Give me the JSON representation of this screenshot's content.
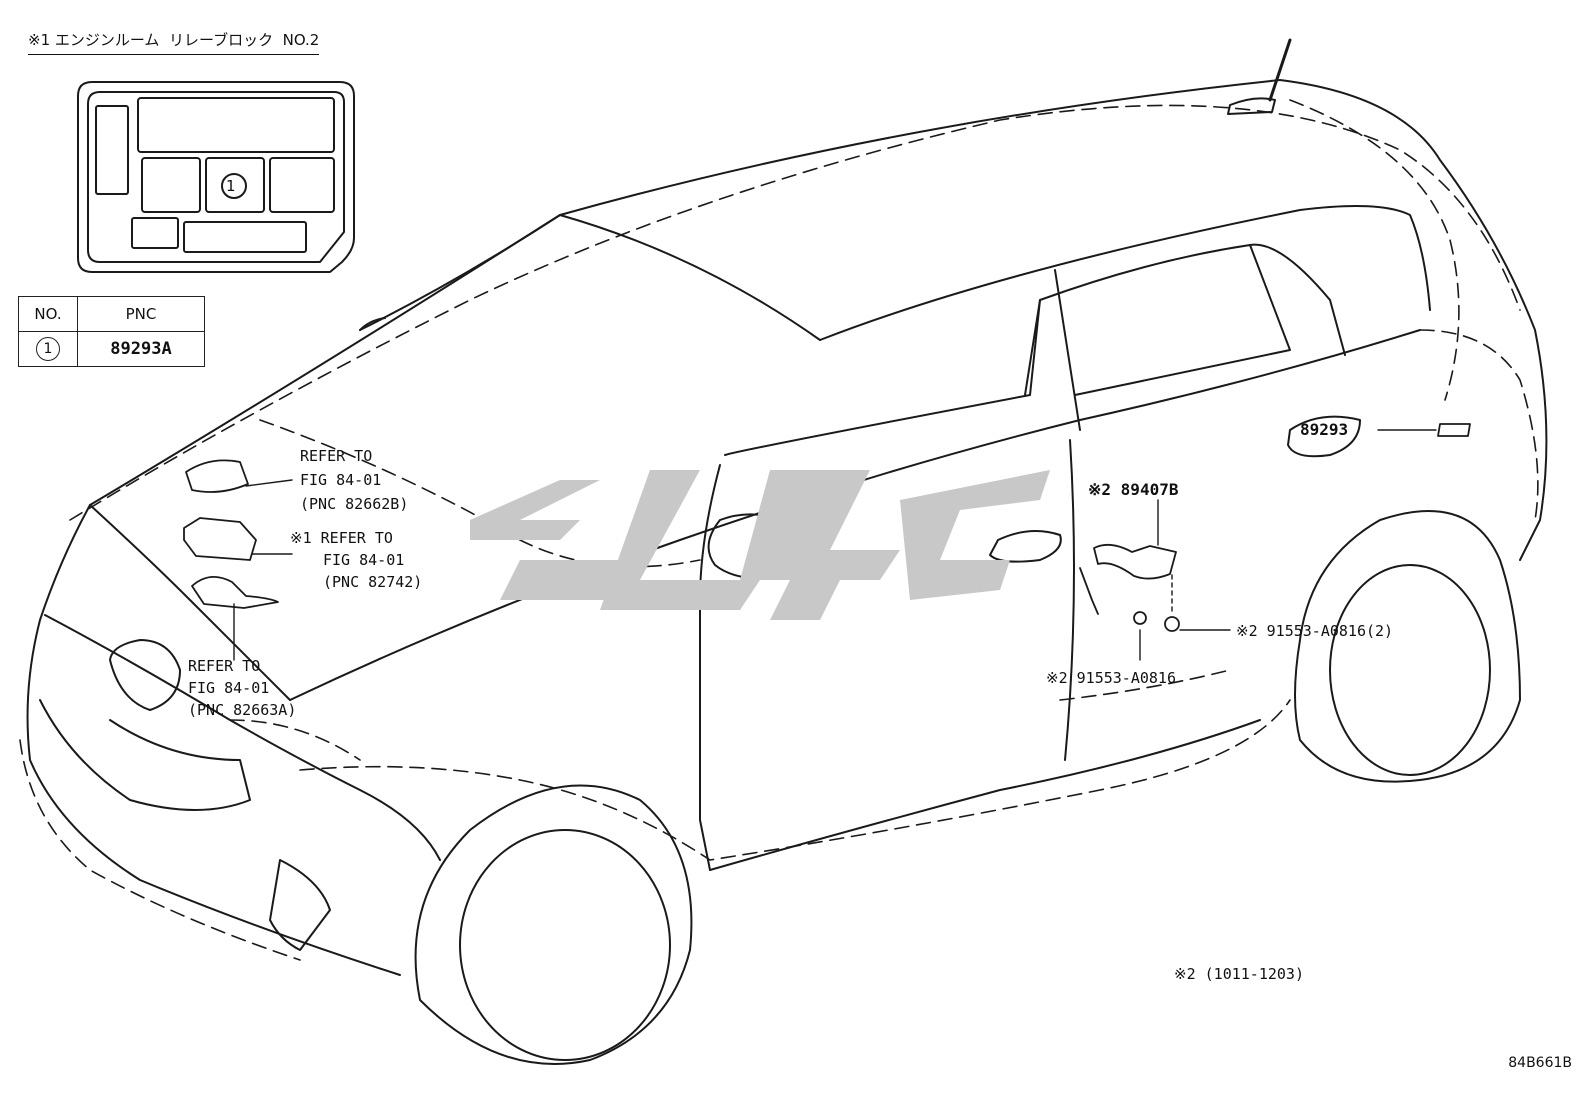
{
  "header": {
    "title": "※1 エンジンルーム  リレーブロック  NO.2"
  },
  "relay_block": {
    "slot_marker": "1"
  },
  "pnc_table": {
    "headers": [
      "NO.",
      "PNC"
    ],
    "rows": [
      {
        "no": "1",
        "pnc": "89293A"
      }
    ]
  },
  "callouts": {
    "refer_82662b": [
      "REFER TO",
      "FIG 84-01",
      "(PNC 82662B)"
    ],
    "refer_82742": [
      "※1 REFER TO",
      "FIG 84-01",
      "(PNC 82742)"
    ],
    "refer_82663a": [
      "REFER TO",
      "FIG 84-01",
      "(PNC 82663A)"
    ],
    "part_89407b": "※2 89407B",
    "part_89293": "89293",
    "bolt_right": "※2 91553-A0816(2)",
    "bolt_left": "※2 91553-A0816",
    "note": "※2 (1011-1203)"
  },
  "footer": {
    "illustration_code": "84B661B"
  },
  "colors": {
    "line": "#1a1a1a",
    "watermark": "#c8c8c8",
    "background": "#ffffff"
  }
}
